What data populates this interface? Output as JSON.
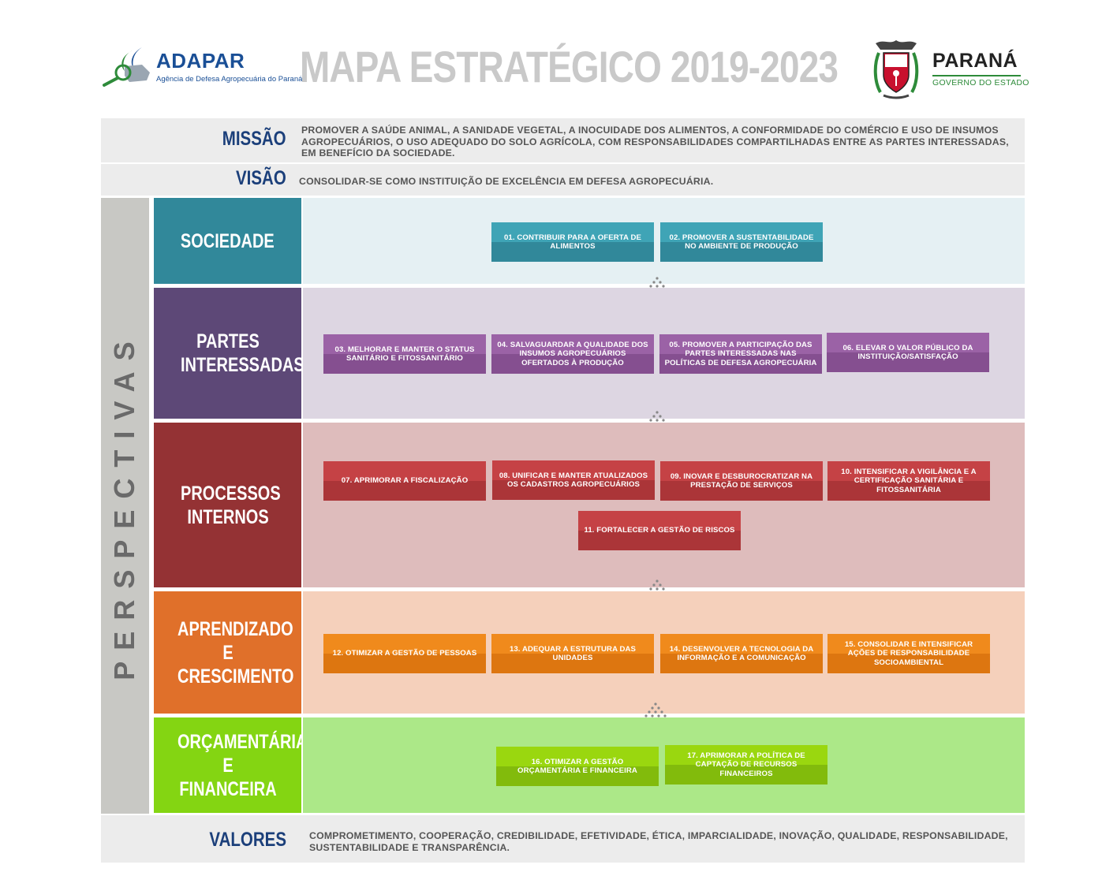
{
  "header": {
    "adapar_name": "ADAPAR",
    "adapar_subtitle": "Agência de Defesa Agropecuária do Paraná",
    "title": "MAPA ESTRATÉGICO 2019-2023",
    "parana_name": "PARANÁ",
    "parana_subtitle": "GOVERNO DO ESTADO"
  },
  "missao": {
    "label": "MISSÃO",
    "text": "PROMOVER A SAÚDE ANIMAL, A SANIDADE VEGETAL, A INOCUIDADE DOS ALIMENTOS, A CONFORMIDADE DO COMÉRCIO E USO DE INSUMOS AGROPECUÁRIOS, O USO ADEQUADO DO SOLO AGRÍCOLA, COM RESPONSABILIDADES COMPARTILHADAS ENTRE AS PARTES INTERESSADAS, EM BENEFÍCIO DA SOCIEDADE."
  },
  "visao": {
    "label": "VISÃO",
    "text": "CONSOLIDAR-SE COMO INSTITUIÇÃO DE EXCELÊNCIA EM DEFESA AGROPECUÁRIA."
  },
  "perspectivas_label": "PERSPECTIVAS",
  "perspectives": [
    {
      "label": "SOCIEDADE",
      "objectives": [
        "01. CONTRIBUIR PARA A OFERTA DE  ALIMENTOS",
        "02. PROMOVER A SUSTENTABILIDADE NO  AMBIENTE DE PRODUÇÃO"
      ]
    },
    {
      "label": "PARTES INTERESSADAS",
      "objectives": [
        "03. MELHORAR E MANTER O STATUS SANITÁRIO E FITOSSANITÁRIO",
        "04. SALVAGUARDAR A QUALIDADE DOS  INSUMOS AGROPECUÁRIOS OFERTADOS À PRODUÇÃO",
        "05. PROMOVER A PARTICIPAÇÃO DAS PARTES INTERESSADAS NAS POLÍTICAS DE DEFESA AGROPECUÁRIA",
        "06. ELEVAR O VALOR PÚBLICO DA INSTITUIÇÃO/SATISFAÇÃO"
      ]
    },
    {
      "label": "PROCESSOS INTERNOS",
      "objectives": [
        "07. APRIMORAR A FISCALIZAÇÃO",
        "08. UNIFICAR E MANTER ATUALIZADOS OS CADASTROS AGROPECUÁRIOS",
        "09. INOVAR E DESBUROCRATIZAR NA PRESTAÇÃO DE SERVIÇOS",
        "10. INTENSIFICAR A VIGILÂNCIA E A CERTIFICAÇÃO SANITÁRIA E FITOSSANITÁRIA",
        "11. FORTALECER A GESTÃO DE RISCOS"
      ]
    },
    {
      "label": "APRENDIZADO E CRESCIMENTO",
      "objectives": [
        "12. OTIMIZAR A GESTÃO DE PESSOAS",
        "13. ADEQUAR A ESTRUTURA DAS UNIDADES",
        "14. DESENVOLVER A TECNOLOGIA DA INFORMAÇÃO E A COMUNICAÇÃO",
        "15. CONSOLIDAR E INTENSIFICAR AÇÕES DE RESPONSABILIDADE SOCIOAMBIENTAL"
      ]
    },
    {
      "label": "ORÇAMENTÁRIA E FINANCEIRA",
      "objectives": [
        "16. OTIMIZAR A GESTÃO ORÇAMENTÁRIA E FINANCEIRA",
        "17. APRIMORAR A POLÍTICA DE CAPTAÇÃO DE RECURSOS FINANCEIROS"
      ]
    }
  ],
  "valores": {
    "label": "VALORES",
    "text": "COMPROMETIMENTO, COOPERAÇÃO, CREDIBILIDADE, EFETIVIDADE, ÉTICA, IMPARCIALIDADE, INOVAÇÃO, QUALIDADE, RESPONSABILIDADE, SUSTENTABILIDADE E TRANSPARÊNCIA."
  },
  "colors": {
    "sociedade": "#31889a",
    "partes": "#5d4877",
    "processos": "#943234",
    "aprendizado": "#e0702a",
    "financeira": "#84d512",
    "label_blue": "#1b3f7a"
  }
}
